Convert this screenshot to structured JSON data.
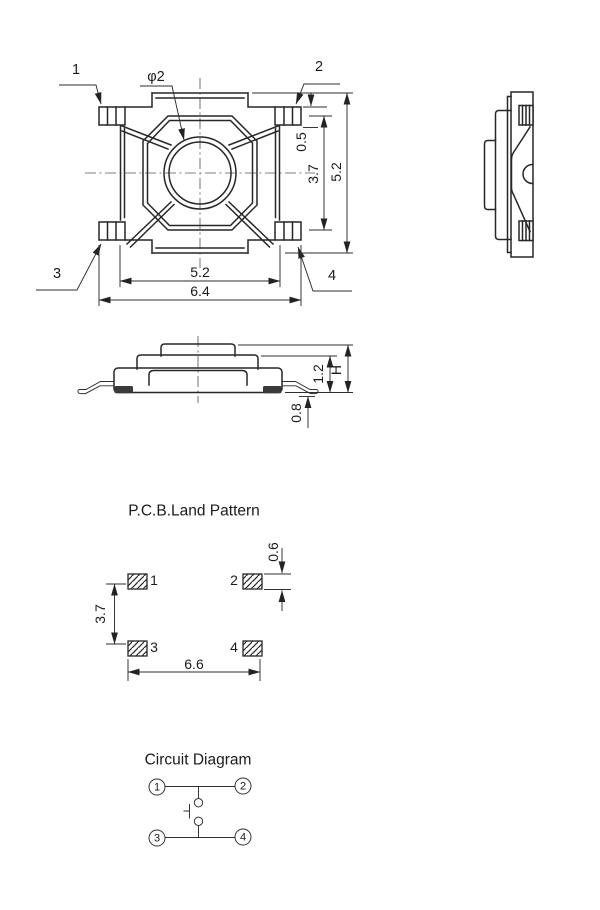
{
  "drawing": {
    "top_view": {
      "pin1": "1",
      "pin2": "2",
      "pin3": "3",
      "pin4": "4",
      "button_diameter": "φ2",
      "dim_terminal_offset": "0.5",
      "dim_terminal_pitch": "3.7",
      "dim_body_height": "5.2",
      "dim_body_width": "5.2",
      "dim_overall_width": "6.4"
    },
    "front_view": {
      "dim_body_thickness": "1.2",
      "dim_total_height": "H",
      "dim_lead_seating": "0.8"
    },
    "land_pattern": {
      "title": "P.C.B.Land Pattern",
      "pad1": "1",
      "pad2": "2",
      "pad3": "3",
      "pad4": "4",
      "dim_pad_height": "0.6",
      "dim_row_pitch": "3.7",
      "dim_span": "6.6"
    },
    "circuit_diagram": {
      "title": "Circuit Diagram",
      "terminal1": "1",
      "terminal2": "2",
      "terminal3": "3",
      "terminal4": "4"
    },
    "colors": {
      "line": "#272727",
      "centerline": "#5a5a5a",
      "background": "#ffffff",
      "lead_fill": "#3a3a3a"
    }
  }
}
